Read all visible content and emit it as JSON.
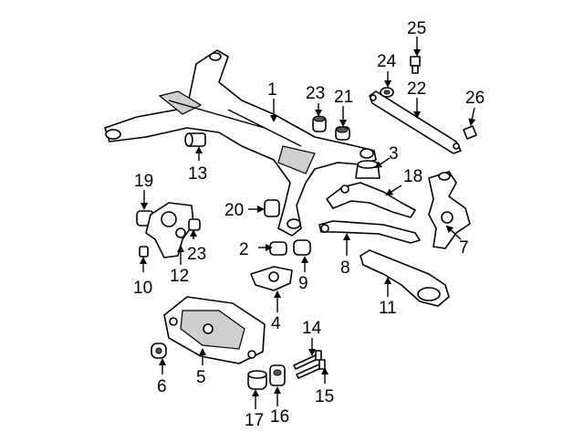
{
  "diagram": {
    "callouts": [
      {
        "id": "c1",
        "label": "1"
      },
      {
        "id": "c2",
        "label": "2"
      },
      {
        "id": "c3",
        "label": "3"
      },
      {
        "id": "c4",
        "label": "4"
      },
      {
        "id": "c5",
        "label": "5"
      },
      {
        "id": "c6",
        "label": "6"
      },
      {
        "id": "c7",
        "label": "7"
      },
      {
        "id": "c8",
        "label": "8"
      },
      {
        "id": "c9",
        "label": "9"
      },
      {
        "id": "c10",
        "label": "10"
      },
      {
        "id": "c11",
        "label": "11"
      },
      {
        "id": "c12",
        "label": "12"
      },
      {
        "id": "c13",
        "label": "13"
      },
      {
        "id": "c14",
        "label": "14"
      },
      {
        "id": "c15",
        "label": "15"
      },
      {
        "id": "c16",
        "label": "16"
      },
      {
        "id": "c17",
        "label": "17"
      },
      {
        "id": "c18",
        "label": "18"
      },
      {
        "id": "c19",
        "label": "19"
      },
      {
        "id": "c20",
        "label": "20"
      },
      {
        "id": "c21",
        "label": "21"
      },
      {
        "id": "c22",
        "label": "22"
      },
      {
        "id": "c23a",
        "label": "23"
      },
      {
        "id": "c23b",
        "label": "23"
      },
      {
        "id": "c24",
        "label": "24"
      },
      {
        "id": "c25",
        "label": "25"
      },
      {
        "id": "c26",
        "label": "26"
      }
    ]
  }
}
